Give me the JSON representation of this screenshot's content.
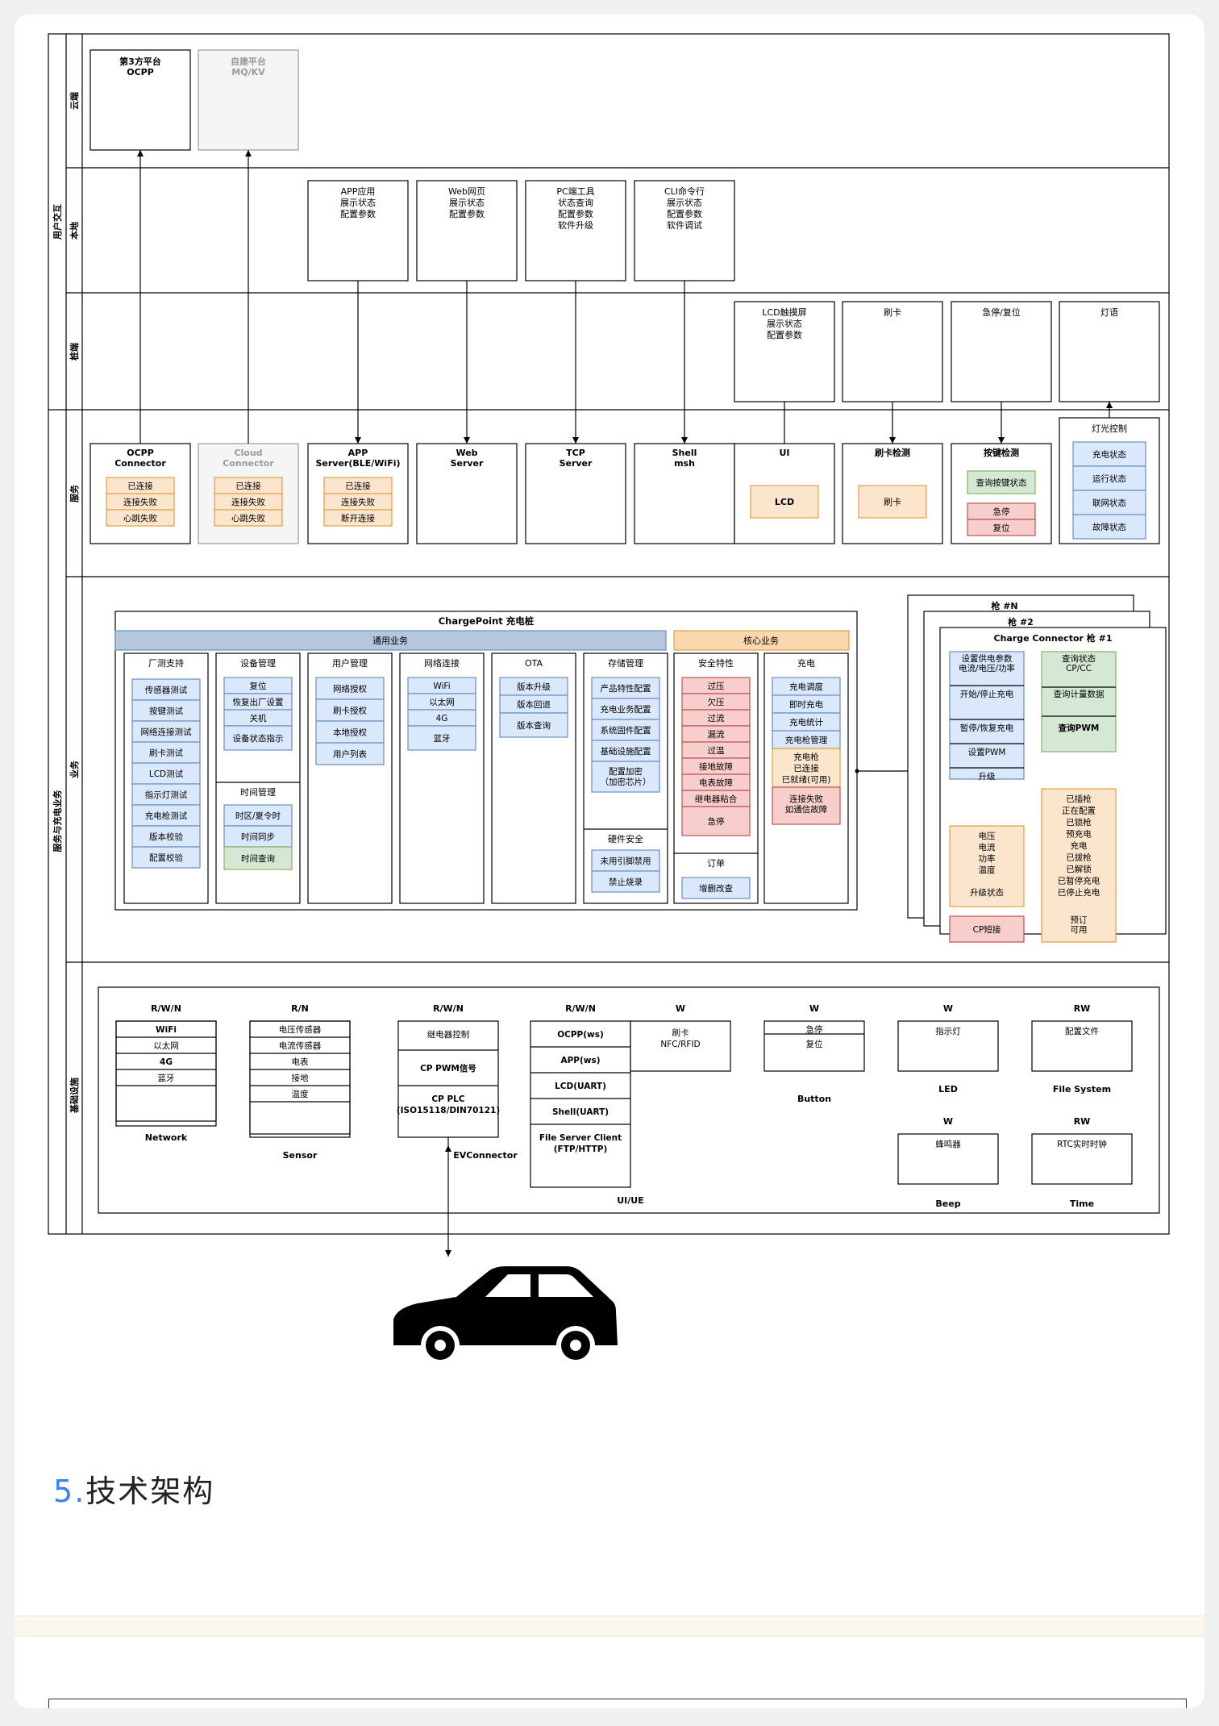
{
  "layers": {
    "cloud": "云端",
    "local": "本地",
    "device": "桩端",
    "service": "服务",
    "business": "业务",
    "infra": "基础设施",
    "group_user": "用户交互",
    "group_service": "服务与充电业务"
  },
  "cloud": {
    "p3_l1": "第3方平台",
    "p3_l2": "OCPP",
    "self_l1": "自建平台",
    "self_l2": "MQ/KV"
  },
  "local": {
    "app": [
      "APP应用",
      "展示状态",
      "配置参数"
    ],
    "web": [
      "Web网页",
      "展示状态",
      "配置参数"
    ],
    "pc": [
      "PC端工具",
      "状态查询",
      "配置参数",
      "软件升级"
    ],
    "cli": [
      "CLI命令行",
      "展示状态",
      "配置参数",
      "软件调试"
    ]
  },
  "device": {
    "lcd": [
      "LCD触摸屏",
      "展示状态",
      "配置参数"
    ],
    "card": "刷卡",
    "estop": "急停/复位",
    "light": "灯语"
  },
  "service": {
    "ocpp": [
      "OCPP",
      "Connector"
    ],
    "cloud": [
      "Cloud",
      "Connector"
    ],
    "app": [
      "APP",
      "Server(BLE/WiFi)"
    ],
    "web": [
      "Web",
      "Server"
    ],
    "tcp": [
      "TCP",
      "Server"
    ],
    "shell": [
      "Shell",
      "msh"
    ],
    "ui": "UI",
    "ui_lcd": "LCD",
    "card": "刷卡检测",
    "card_sub": "刷卡",
    "key": "按键检测",
    "key_query": "查询按键状态",
    "key_estop": "急停",
    "key_reset": "复位",
    "light": "灯光控制",
    "light_items": [
      "充电状态",
      "运行状态",
      "联网状态",
      "故障状态"
    ],
    "conn_states": [
      "已连接",
      "连接失败",
      "心跳失败"
    ],
    "app_states": [
      "已连接",
      "连接失败",
      "断开连接"
    ]
  },
  "business": {
    "cp_title": "ChargePoint 充电桩",
    "common": "通用业务",
    "core": "核心业务",
    "factory": {
      "title": "厂测支持",
      "items": [
        "传感器测试",
        "按键测试",
        "网络连接测试",
        "刷卡测试",
        "LCD测试",
        "指示灯测试",
        "充电枪测试",
        "版本校验",
        "配置校验"
      ]
    },
    "device_mgmt": {
      "title": "设备管理",
      "items": [
        "复位",
        "恢复出厂设置",
        "关机",
        "设备状态指示"
      ]
    },
    "time_mgmt": {
      "title": "时间管理",
      "items": [
        "时区/夏令时",
        "时间同步",
        "时间查询"
      ]
    },
    "user_mgmt": {
      "title": "用户管理",
      "items": [
        "网络授权",
        "刷卡授权",
        "本地授权",
        "用户列表"
      ]
    },
    "net": {
      "title": "网络连接",
      "items": [
        "WiFi",
        "以太网",
        "4G",
        "蓝牙"
      ]
    },
    "ota": {
      "title": "OTA",
      "items": [
        "版本升级",
        "版本回退",
        "版本查询"
      ]
    },
    "storage": {
      "title": "存储管理",
      "items": [
        "产品特性配置",
        "充电业务配置",
        "系统固件配置",
        "基础设施配置"
      ],
      "enc": [
        "配置加密",
        "（加密芯片）"
      ]
    },
    "hw_sec": {
      "title": "硬件安全",
      "items": [
        "未用引脚禁用",
        "禁止烧录"
      ]
    },
    "safety": {
      "title": "安全特性",
      "items": [
        "过压",
        "欠压",
        "过流",
        "漏流",
        "过温",
        "接地故障",
        "电表故障",
        "继电器粘合",
        "急停"
      ]
    },
    "order": {
      "title": "订单",
      "items": [
        "增删改查"
      ]
    },
    "charge": {
      "title": "充电",
      "items": [
        "充电调度",
        "即时充电",
        "充电统计",
        "充电枪管理"
      ],
      "gun": [
        "充电枪",
        "已连接",
        "已就绪(可用)"
      ],
      "fail": [
        "连接失败",
        "如通信故障"
      ]
    },
    "gun_n": "枪 #N",
    "gun_2": "枪 #2",
    "gun_1": "Charge Connector 枪 #1",
    "conn": {
      "blue": [
        [
          "设置供电参数",
          "电流/电压/功率"
        ],
        [
          "开始/停止充电"
        ],
        [
          "暂停/恢复充电"
        ],
        [
          "设置PWM"
        ],
        [
          "升级"
        ]
      ],
      "green": [
        [
          "查询状态",
          "CP/CC"
        ],
        [
          "查询计量数据"
        ],
        [
          "查询PWM"
        ]
      ],
      "meter": [
        "电压",
        "电流",
        "功率",
        "温度",
        "升级状态"
      ],
      "cp": "CP短接",
      "status": [
        "已插枪",
        "正在配置",
        "已锁枪",
        "预充电",
        "充电",
        "已拔枪",
        "已解锁",
        "已暂停充电",
        "已停止充电",
        "预订",
        "可用"
      ]
    }
  },
  "infra": {
    "network": {
      "rw": "R/W/N",
      "items": [
        "WiFi",
        "以太网",
        "4G",
        "蓝牙"
      ],
      "label": "Network"
    },
    "sensor": {
      "rw": "R/N",
      "items": [
        "电压传感器",
        "电流传感器",
        "电表",
        "接地",
        "温度"
      ],
      "label": "Sensor"
    },
    "ev": {
      "rw": "R/W/N",
      "items": [
        "继电器控制",
        "CP PWM信号",
        "CP PLC",
        "(ISO15118/DIN70121)"
      ],
      "label": "EVConnector"
    },
    "uiue": {
      "rw": "R/W/N",
      "items": [
        "OCPP(ws)",
        "APP(ws)",
        "LCD(UART)",
        "Shell(UART)",
        "File Server Client",
        "(FTP/HTTP)"
      ],
      "label": "UI/UE"
    },
    "nfc": {
      "rw": "W",
      "items": [
        "刷卡",
        "NFC/RFID"
      ]
    },
    "button": {
      "rw": "W",
      "items": [
        "急停",
        "复位"
      ],
      "label": "Button"
    },
    "led": {
      "rw": "W",
      "items": [
        "指示灯"
      ],
      "label": "LED"
    },
    "fs": {
      "rw": "RW",
      "items": [
        "配置文件"
      ],
      "label": "File System"
    },
    "beep": {
      "rw": "W",
      "items": [
        "蜂鸣器"
      ],
      "label": "Beep"
    },
    "time": {
      "rw": "RW",
      "items": [
        "RTC实时时钟"
      ],
      "label": "Time"
    }
  },
  "section": {
    "num": "5",
    "dot": ".",
    "title": "技术架构"
  },
  "colors": {
    "orange": "#fce5cd",
    "orange_b": "#e0a040",
    "blue": "#dae8fc",
    "blue_b": "#6c8ebf",
    "red": "#f8cecc",
    "red_b": "#b85450",
    "green": "#d5e8d4",
    "green_b": "#82b366",
    "gray": "#f5f5f5",
    "header_blue": "#b4c7dc",
    "header_orange": "#fad7ac",
    "accent": "#3b82f6"
  }
}
